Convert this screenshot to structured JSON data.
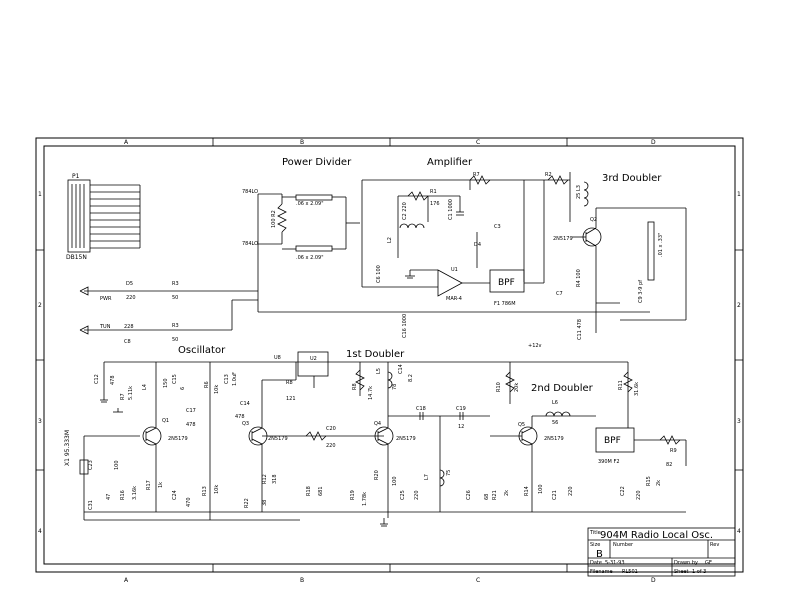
{
  "frame": {
    "cols": [
      "A",
      "B",
      "C",
      "D"
    ],
    "rows": [
      "1",
      "2",
      "3",
      "4"
    ]
  },
  "sections": {
    "power_divider": "Power Divider",
    "amplifier": "Amplifier",
    "third_doubler": "3rd Doubler",
    "oscillator": "Oscillator",
    "first_doubler": "1st Doubler",
    "second_doubler": "2nd Doubler"
  },
  "blocks": {
    "bpf": "BPF"
  },
  "connector": {
    "ref": "P1",
    "type": "DB15N"
  },
  "labels": {
    "port_a": "784LO",
    "port_b": "784LO",
    "stripline_1": ".06 x 2.09\"",
    "stripline_2": ".06 x 2.09\"",
    "r2": "100 R2",
    "f1": "F1  786M",
    "u1_part": "MAR-4",
    "u1": "U1",
    "r1": "R1",
    "r1_value": "176",
    "r7": "R7",
    "l2": "L2",
    "c2": "C2 220",
    "c1": "C1 1000",
    "c3": "C3",
    "d4": "D4",
    "c6": "C6 100",
    "q2": "Q2",
    "q2_part": "2N5179",
    "l3": "25 L3",
    "stripline_3": ".01 x .33\"",
    "c9": "C9 3-9 pf",
    "r4": "R4 100",
    "c7": "C7",
    "c11": "C11 478",
    "r8": "R2",
    "pwr": "PWR",
    "tun": "TUN",
    "d5": "D5",
    "d5_value": "220",
    "cap_228": "228",
    "cap_228_ref": "C8",
    "r3a": "R3",
    "r3a_value": "50",
    "r3b": "R3",
    "r3b_value": "50",
    "vcc": "+12v",
    "c16": "C16 1000",
    "x1": "X1 95.333M",
    "c23": "C23",
    "c23_value": "100",
    "c12": "C12",
    "c12_value": "478",
    "r7b": "R7",
    "r7b_value": "5.11k",
    "l4": "L4",
    "l4_value": "150",
    "c15": "C15",
    "c15_value": "6",
    "c17": "C17",
    "c17_value": "478",
    "q1": "Q1",
    "q1_part": "2N5179",
    "r6": "R6",
    "r6_value": "10k",
    "c13": "C13",
    "c13_value": "1.0uF",
    "c14": "C14",
    "c14_value": "478",
    "q3": "Q3",
    "q3_part": "2N5179",
    "r8b": "R8",
    "r8b_value": "121",
    "u2": "U2",
    "u2_pin": "U8",
    "c20": "C20",
    "c20_value": "220",
    "r16": "R16",
    "r16_value": "3.16k",
    "r17": "R17",
    "r17_value": "1k",
    "c24": "C24",
    "c24_value": "470",
    "r13": "R13",
    "r13_value": "10k",
    "r22": "R22",
    "r22_value": "38",
    "r12": "R12",
    "r12_value": "318",
    "r18": "R18",
    "r18_value": "681",
    "c31": "C31",
    "c31_value": "47",
    "r8c": "R8",
    "r8c_value": "14.7k",
    "l5": "L5",
    "l5_value": "78",
    "c14b": "C14",
    "c14b_value": "8.2",
    "q4": "Q4",
    "q4_part": "2N5179",
    "c18": "C18",
    "c19": "C19",
    "c19_value": "12",
    "l7": "L7",
    "l7_value": "75",
    "r19": "R19",
    "r19_value": "1.78k",
    "r20": "R20",
    "r20_value": "100",
    "c25": "C25",
    "c25_value": "220",
    "c26": "C26",
    "c26_value": "68",
    "l6": "L6",
    "l6_value": "56",
    "q5": "Q5",
    "q5_part": "2N5179",
    "r10": "R10",
    "r10_value": "20k",
    "r11": "R11",
    "r11_value": "31.6k",
    "r9": "R9",
    "r9_value": "82",
    "f2": "390M  F2",
    "r21": "R21",
    "r21_value": "2k",
    "r14": "R14",
    "r14_value": "100",
    "c21": "C21",
    "c21_value": "220",
    "c22": "C22",
    "c22_value": "220",
    "r15": "R15",
    "r15_value": "2k"
  },
  "title_block": {
    "title_caption": "Title",
    "title": "904M Radio Local Osc.",
    "size_caption": "Size",
    "size": "B",
    "number_caption": "Number",
    "rev_caption": "Rev",
    "date_caption": "Date",
    "date": "5-31-93",
    "drawn_caption": "Drawn by",
    "drawn": "GE",
    "filename_caption": "Filename",
    "filename": "RL501",
    "sheet_caption": "Sheet",
    "sheet": "1  of  3"
  }
}
